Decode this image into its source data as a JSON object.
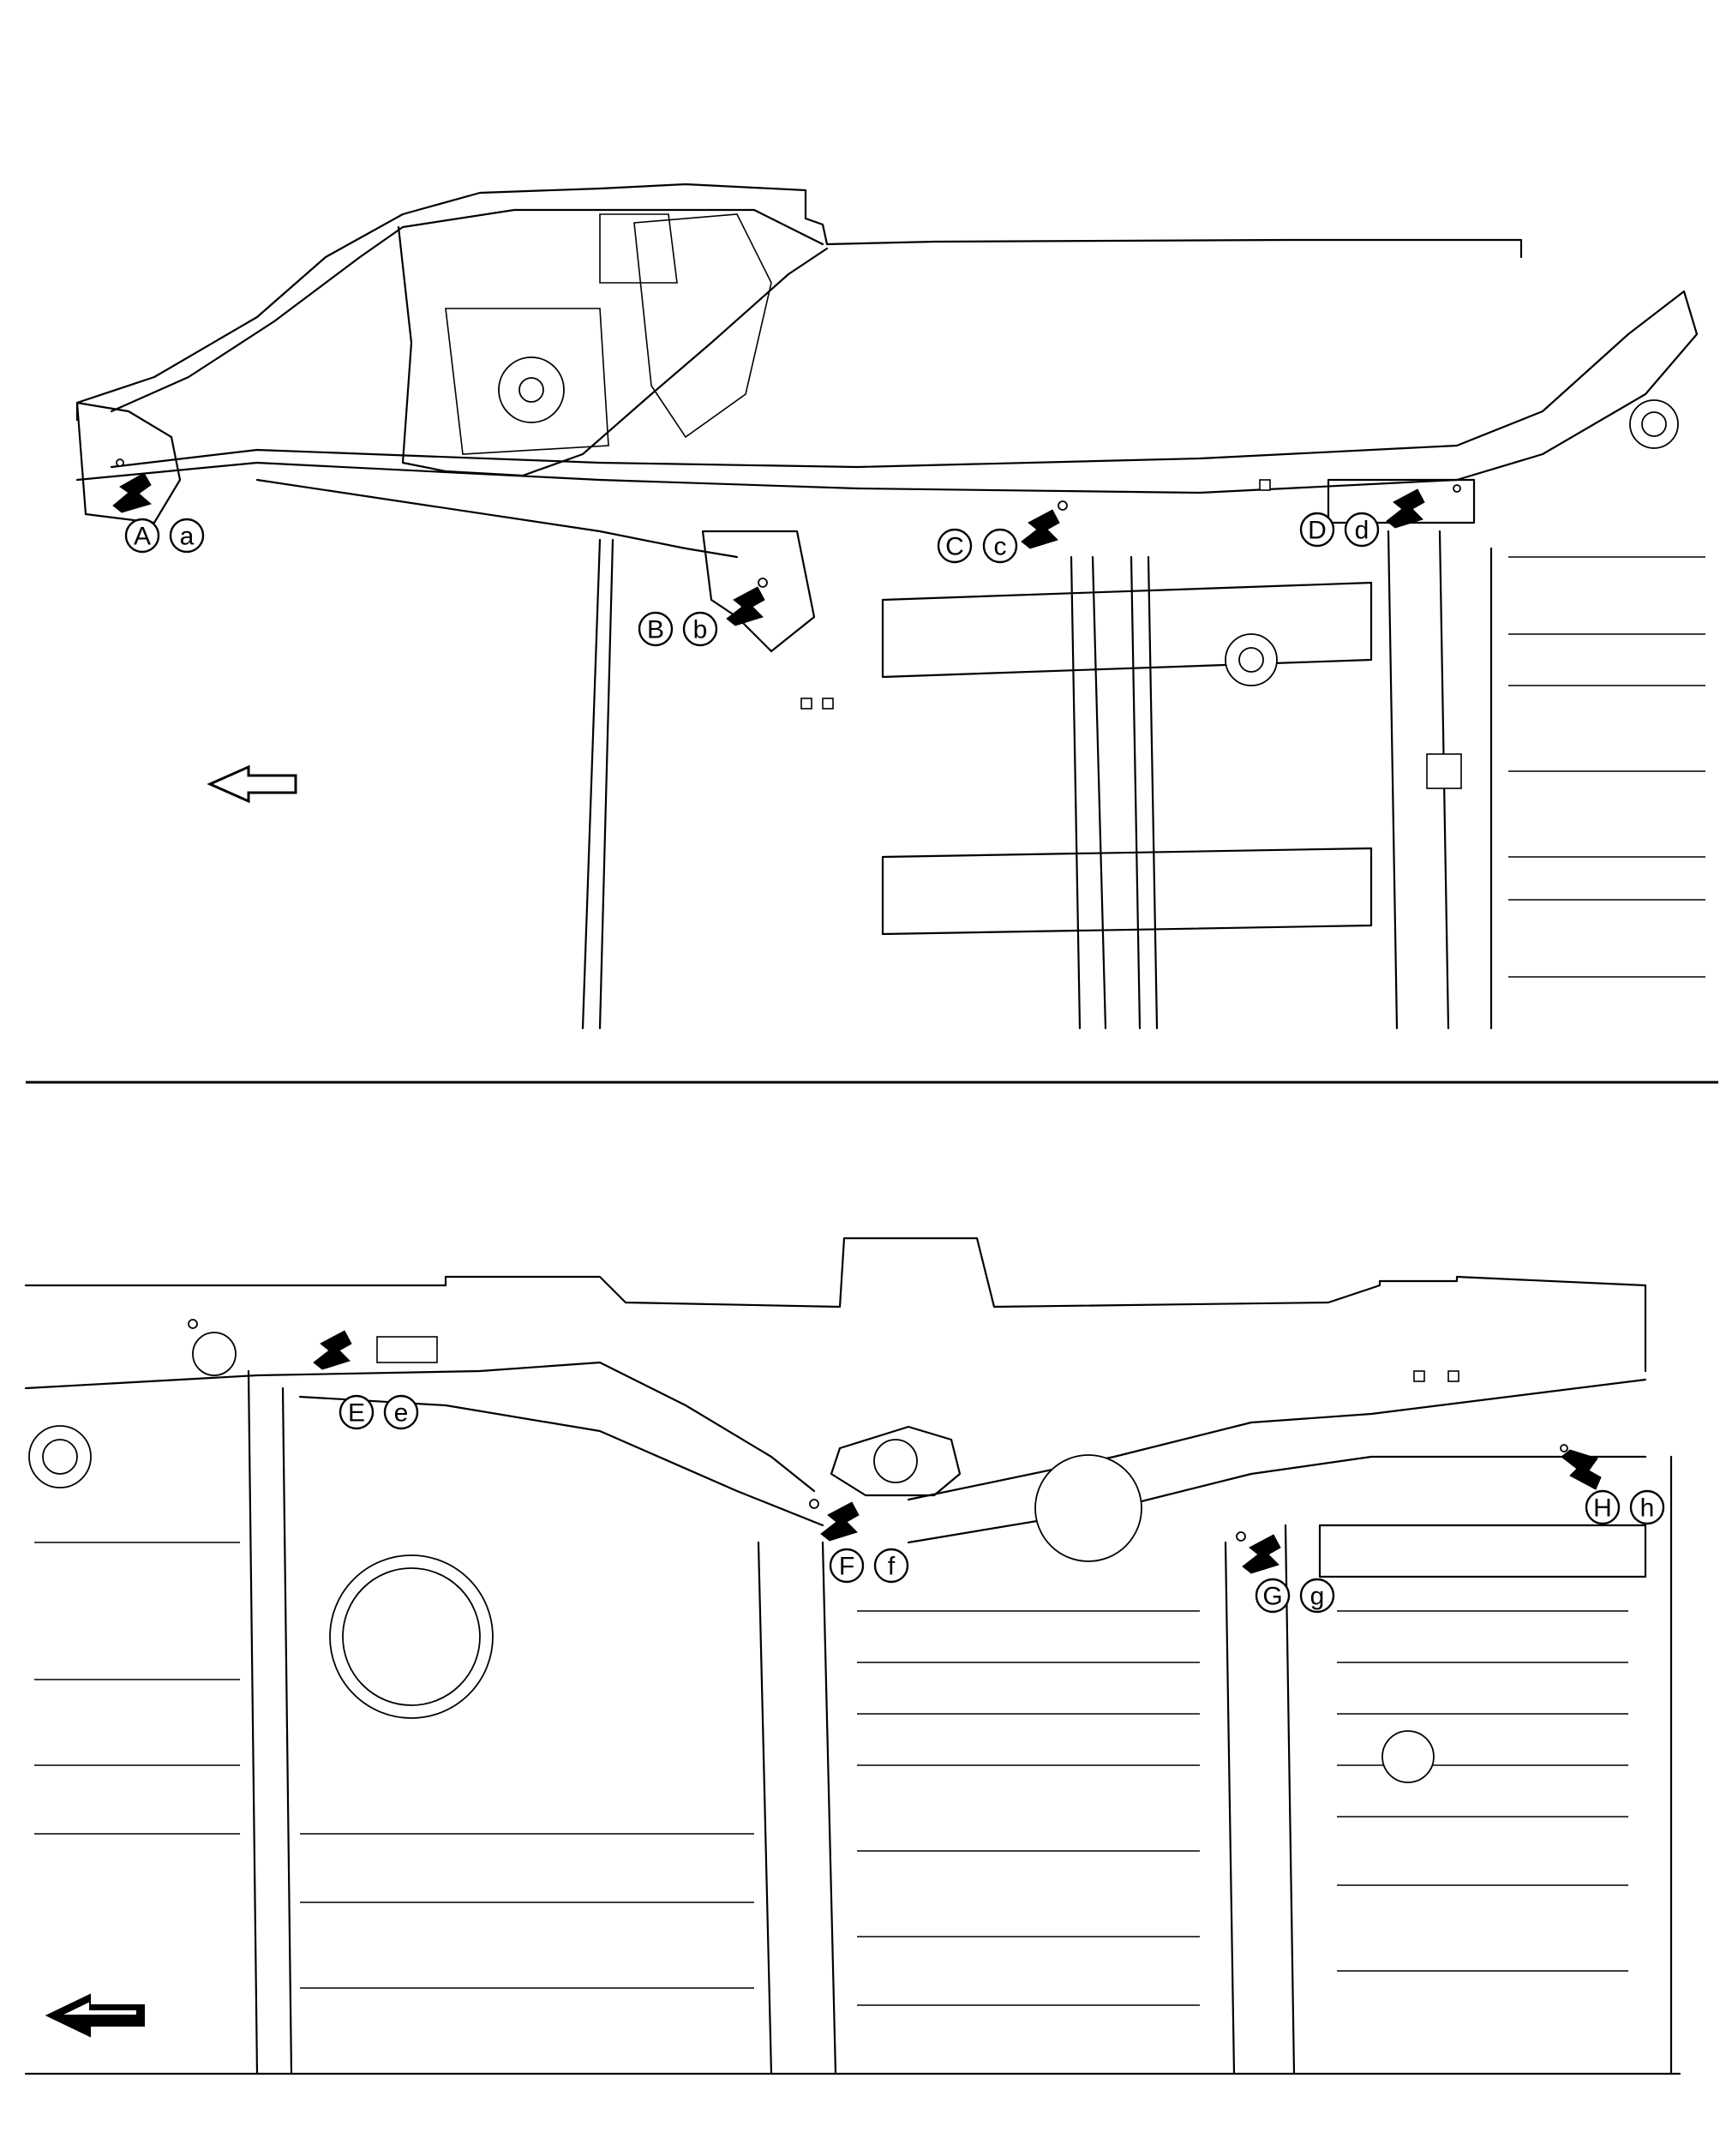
{
  "top_panel": {
    "callouts": [
      {
        "id": "A",
        "label": "A"
      },
      {
        "id": "a",
        "label": "a"
      },
      {
        "id": "B",
        "label": "B"
      },
      {
        "id": "b",
        "label": "b"
      },
      {
        "id": "C",
        "label": "C"
      },
      {
        "id": "c",
        "label": "c"
      },
      {
        "id": "D",
        "label": "D"
      },
      {
        "id": "d",
        "label": "d"
      }
    ],
    "direction_arrow_icon": "outline-left-arrow-icon"
  },
  "bottom_panel": {
    "callouts": [
      {
        "id": "E",
        "label": "E"
      },
      {
        "id": "e",
        "label": "e"
      },
      {
        "id": "F",
        "label": "F"
      },
      {
        "id": "f",
        "label": "f"
      },
      {
        "id": "G",
        "label": "G"
      },
      {
        "id": "g",
        "label": "g"
      },
      {
        "id": "H",
        "label": "H"
      },
      {
        "id": "h",
        "label": "h"
      }
    ],
    "direction_arrow_icon": "solid-left-arrow-icon"
  },
  "colors": {
    "line": "#000000",
    "background": "#ffffff"
  }
}
